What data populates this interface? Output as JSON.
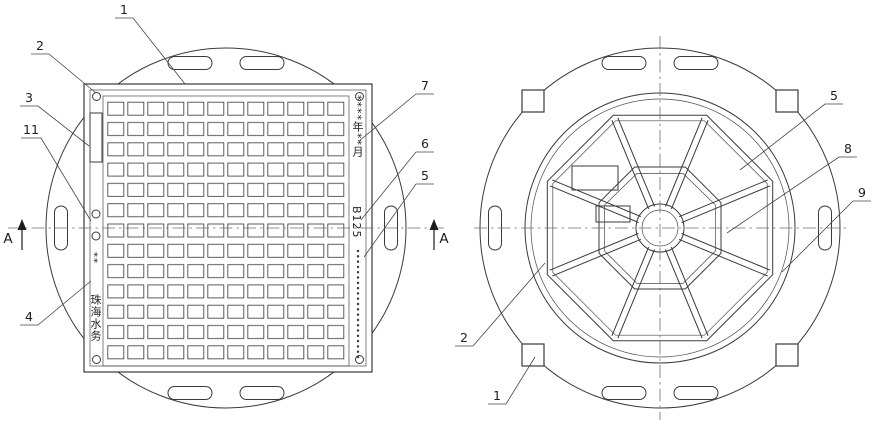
{
  "page": {
    "background": "#ffffff",
    "line_color": "#3a3a3a"
  },
  "section_label": "A",
  "left_view": {
    "callouts": [
      "1",
      "2",
      "3",
      "11",
      "4",
      "7",
      "6",
      "5"
    ],
    "markings": {
      "date": "****年**月",
      "load_class": "B125",
      "anti_slip_stars": "**",
      "brand": "珠海水务"
    }
  },
  "right_view": {
    "callouts": [
      "5",
      "8",
      "9",
      "2",
      "1"
    ]
  }
}
